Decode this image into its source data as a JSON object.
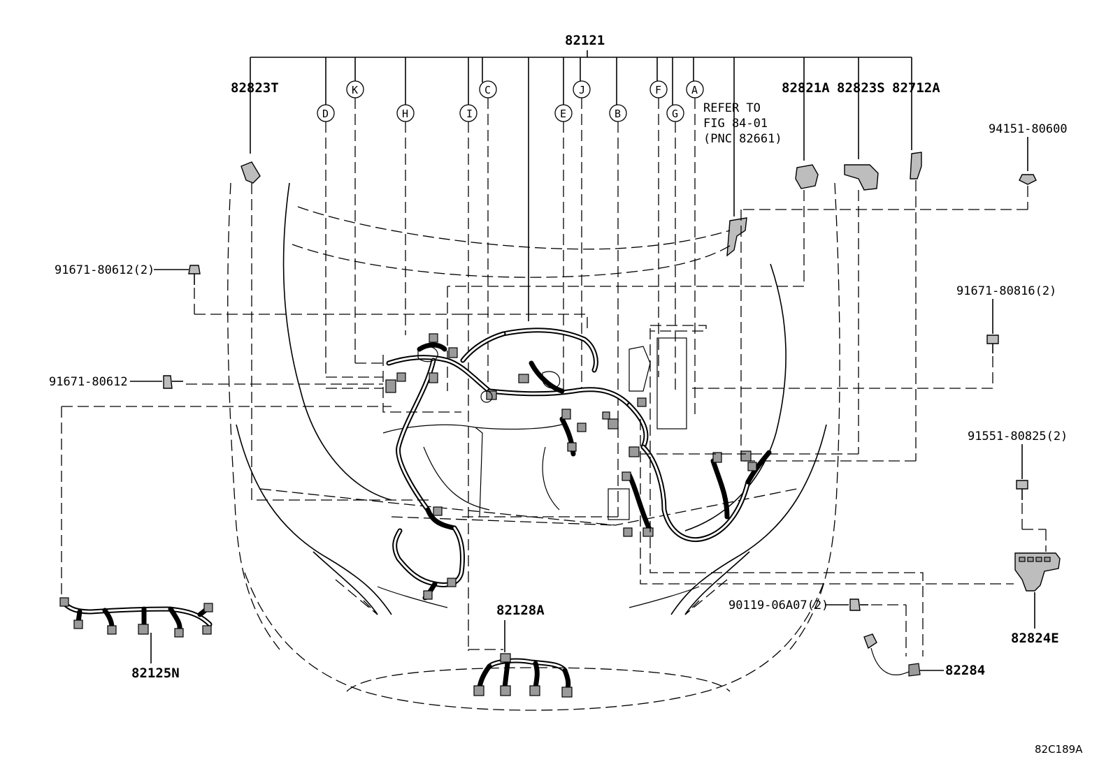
{
  "diagram": {
    "figure_code": "82C189A",
    "main_part": "82121",
    "callout_letters": [
      "D",
      "K",
      "H",
      "I",
      "C",
      "E",
      "J",
      "B",
      "F",
      "G",
      "A"
    ],
    "note": {
      "line1": "REFER TO",
      "line2": "FIG 84-01",
      "line3": "(PNC 82661)"
    },
    "parts": {
      "p82823T": "82823T",
      "p82821A": "82821A",
      "p82823S": "82823S",
      "p82712A": "82712A",
      "p94151": "94151-80600",
      "p91671_2": "91671-80612(2)",
      "p91671": "91671-80612",
      "p91671_816": "91671-80816(2)",
      "p91551": "91551-80825(2)",
      "p90119": "90119-06A07(2)",
      "p82824E": "82824E",
      "p82284": "82284",
      "p82128A": "82128A",
      "p82125N": "82125N"
    }
  }
}
